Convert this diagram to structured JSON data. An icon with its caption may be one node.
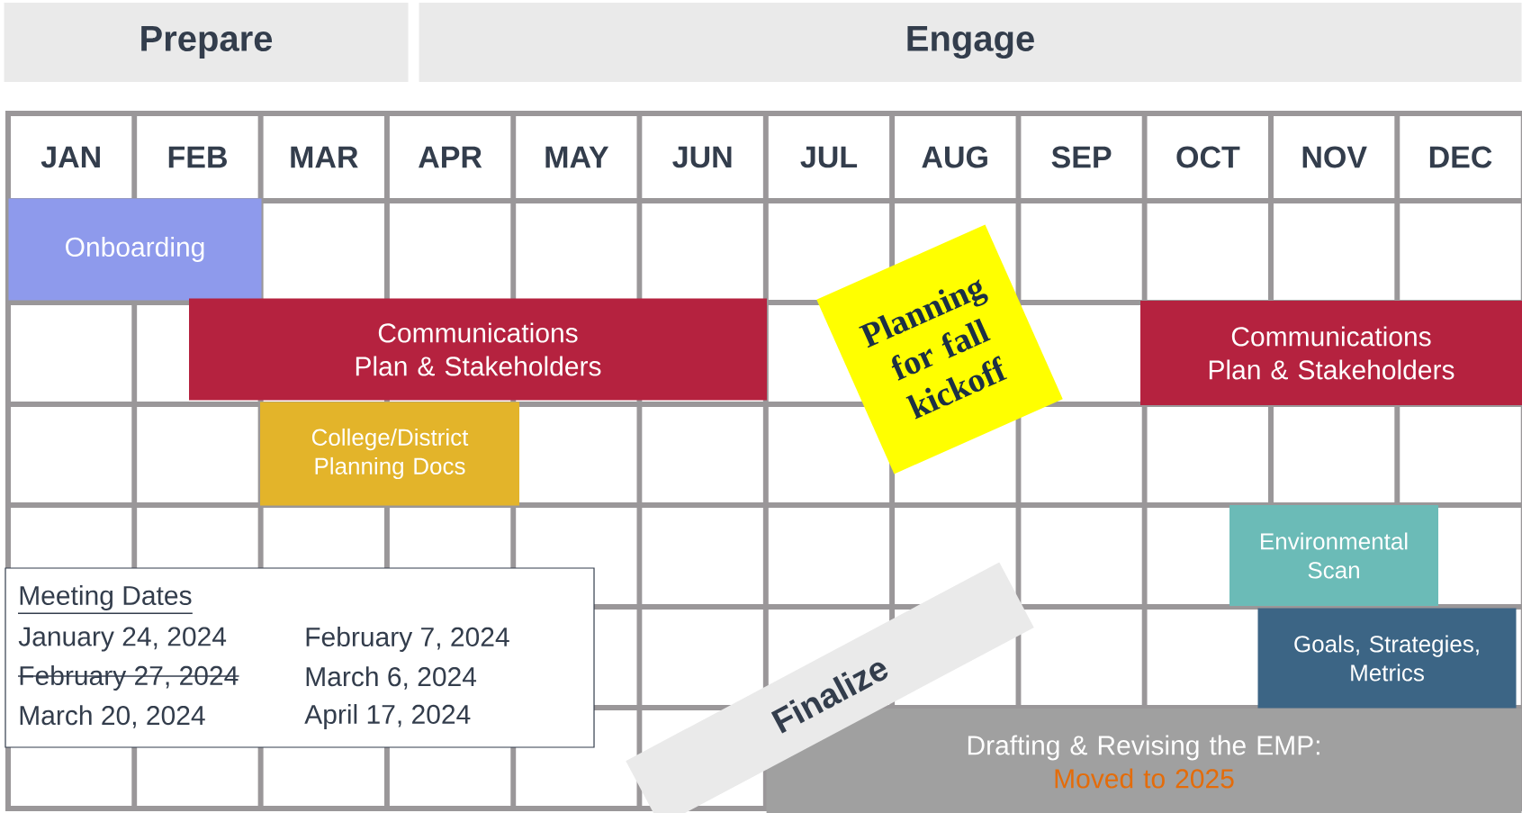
{
  "diagram": {
    "nodes": [
      {
        "text": [
          "Prepare"
        ]
      },
      {
        "text": [
          "Engage"
        ]
      },
      {
        "text": [
          "Onboarding"
        ]
      },
      {
        "text": [
          "Communications Plan & Stakeholders"
        ]
      },
      {
        "text": [
          "Planning for fall kickoff"
        ]
      },
      {
        "text": [
          "Communications Plan & Stakeholders"
        ]
      },
      {
        "text": [
          "College/District Planning Docs"
        ]
      },
      {
        "text": [
          "Environmental Scan"
        ]
      },
      {
        "text": [
          "Meeting Dates",
          "January 24, 2024",
          "February 7, 2024",
          "February 27, 2024",
          "March 6, 2024",
          "March 20, 2024",
          "April 17, 2024"
        ]
      },
      {
        "text": [
          "Goals, Strategies, Metrics"
        ]
      },
      {
        "text": [
          "Finalize"
        ]
      },
      {
        "text": [
          "Drafting & Revising the EMP:",
          "Moved to 2025"
        ]
      }
    ],
    "labels": [
      "JAN",
      "FEB",
      "MAR",
      "APR",
      "MAY",
      "JUN",
      "JUL",
      "AUG",
      "SEP",
      "OCT",
      "NOV",
      "DEC"
    ]
  }
}
